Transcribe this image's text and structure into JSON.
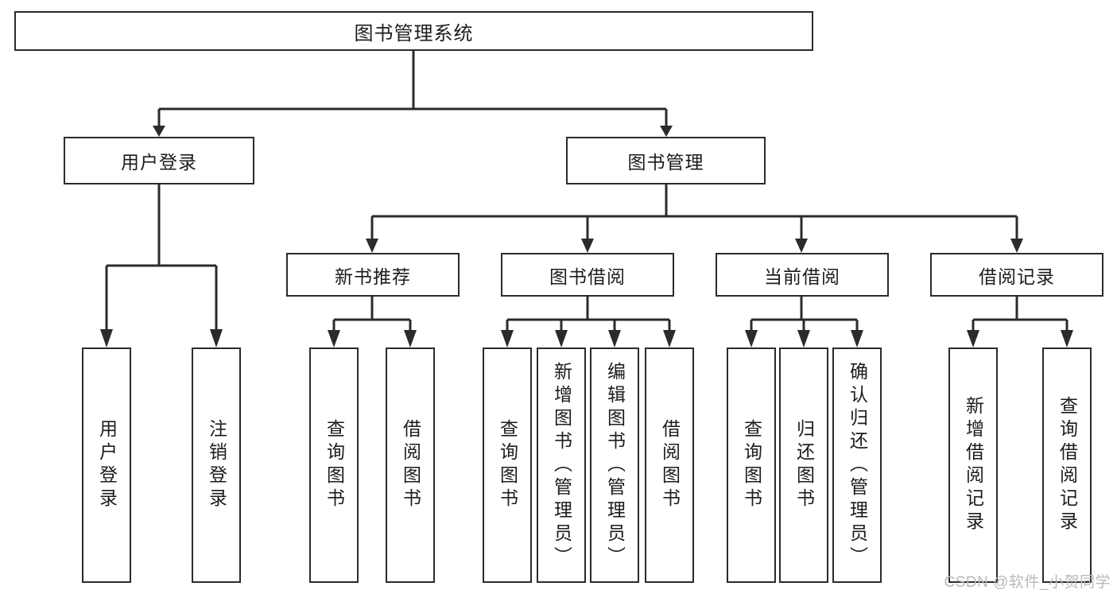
{
  "diagram": {
    "type": "tree-hierarchy-chart",
    "title_text": "图书管理系统",
    "watermark": "CSDN @软件_小贺同学",
    "colors": {
      "box_border": "#2b2b2b",
      "box_fill": "#ffffff",
      "connector": "#2b2b2b",
      "text": "#1c1c1c",
      "watermark": "#b9b9b9",
      "background": "#ffffff"
    },
    "levels": {
      "level0": "图书管理系统",
      "level1": [
        "用户登录",
        "图书管理"
      ],
      "level2": [
        "新书推荐",
        "图书借阅",
        "当前借阅",
        "借阅记录"
      ],
      "level3": [
        "用户登录",
        "注销登录",
        "查询图书",
        "借阅图书",
        "查询图书",
        "新增图书（管理员）",
        "编辑图书（管理员）",
        "借阅图书",
        "查询图书",
        "归还图书",
        "确认归还（管理员）",
        "新增借阅记录",
        "查询借阅记录"
      ]
    },
    "nodes": {
      "root": {
        "label": "图书管理系统"
      },
      "user_login": {
        "label": "用户登录"
      },
      "book_manage": {
        "label": "图书管理"
      },
      "new_book_rec": {
        "label": "新书推荐"
      },
      "book_borrow": {
        "label": "图书借阅"
      },
      "current_borrow": {
        "label": "当前借阅"
      },
      "borrow_record": {
        "label": "借阅记录"
      },
      "leaf_user_login": {
        "label": "用户登录"
      },
      "leaf_user_logout": {
        "label": "注销登录"
      },
      "leaf_rec_query": {
        "label": "查询图书"
      },
      "leaf_rec_borrow": {
        "label": "借阅图书"
      },
      "leaf_borrow_query": {
        "label": "查询图书"
      },
      "leaf_borrow_add": {
        "label": "新增图书（管理员）"
      },
      "leaf_borrow_edit": {
        "label": "编辑图书（管理员）"
      },
      "leaf_borrow_borrow": {
        "label": "借阅图书"
      },
      "leaf_cur_query": {
        "label": "查询图书"
      },
      "leaf_cur_return": {
        "label": "归还图书"
      },
      "leaf_cur_confirm": {
        "label": "确认归还（管理员）"
      },
      "leaf_rec_add": {
        "label": "新增借阅记录"
      },
      "leaf_rec_search": {
        "label": "查询借阅记录"
      }
    }
  }
}
